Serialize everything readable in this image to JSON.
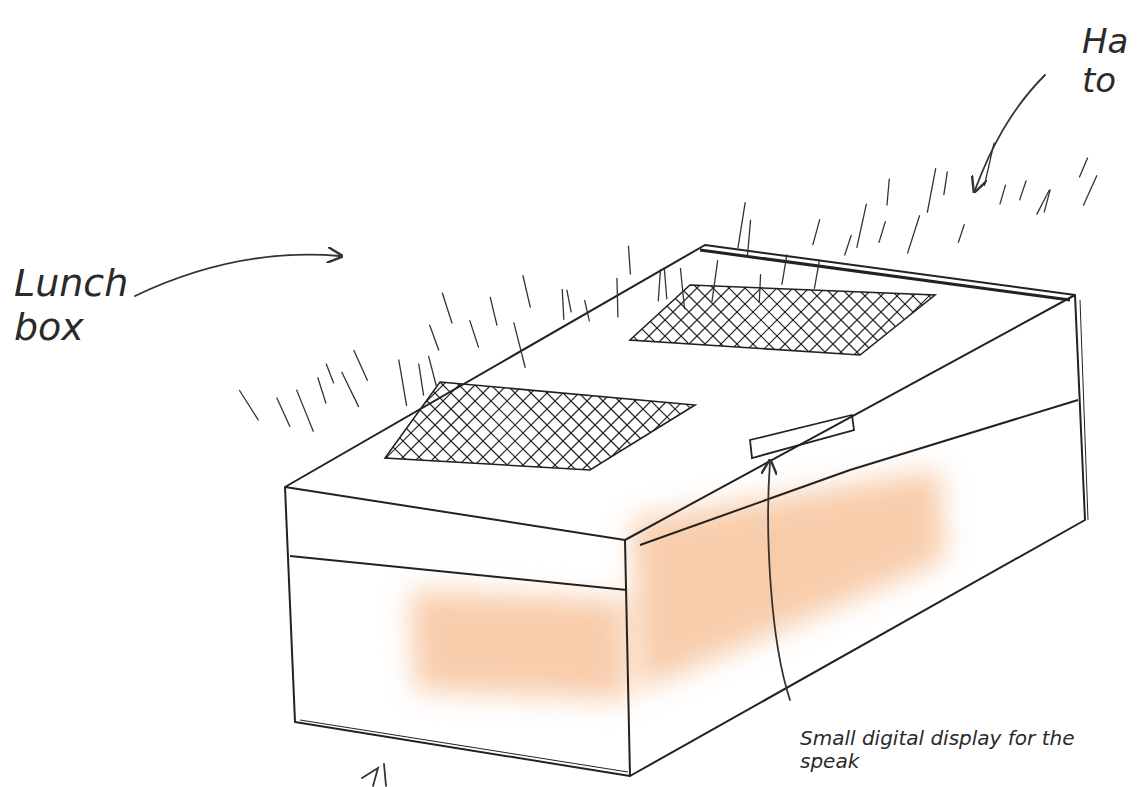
{
  "diagram": {
    "labels": [
      "Lunch box",
      "Ha to",
      "Small digital display for the speak"
    ]
  }
}
